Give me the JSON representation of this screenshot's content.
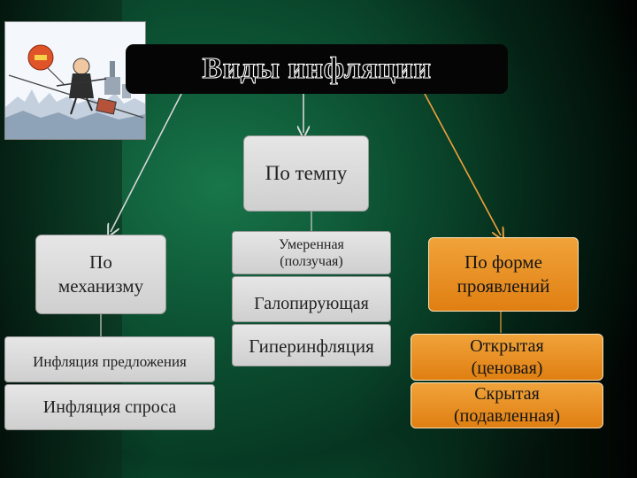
{
  "title": "Виды инфляции",
  "nodes": {
    "by_pace": "По темпу",
    "by_mechanism": "По механизму",
    "by_form": "По форме проявлений"
  },
  "pace_types": {
    "moderate": "Умеренная (ползучая)",
    "galloping": "Галопирующая",
    "hyper": "Гиперинфляция"
  },
  "mechanism_types": {
    "supply": "Инфляция предложения",
    "demand": "Инфляция спроса"
  },
  "form_types": {
    "open": "Открытая (ценовая)",
    "hidden": "Скрытая (подавленная)"
  },
  "colors": {
    "background": "#0a4a2d",
    "gray_box": "#d8d8d8",
    "orange_box": "#e88b1e",
    "orange_arrow": "#f0a23c"
  }
}
